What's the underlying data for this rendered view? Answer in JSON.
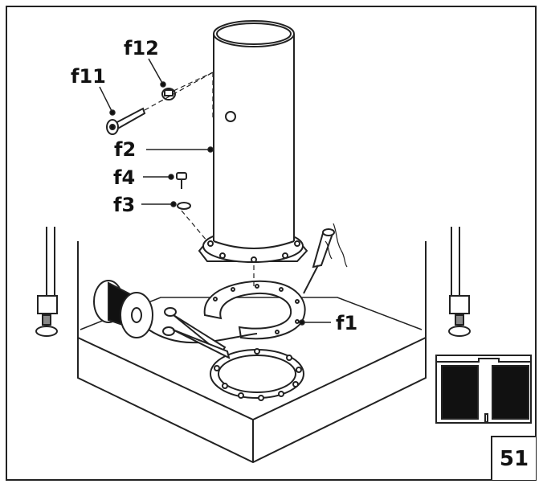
{
  "labels": {
    "f12": "f12",
    "f11": "f11",
    "f2": "f2",
    "f4": "f4",
    "f3": "f3",
    "f1": "f1"
  },
  "page_number": "51",
  "colors": {
    "ink": "#111111",
    "background": "#ffffff"
  }
}
